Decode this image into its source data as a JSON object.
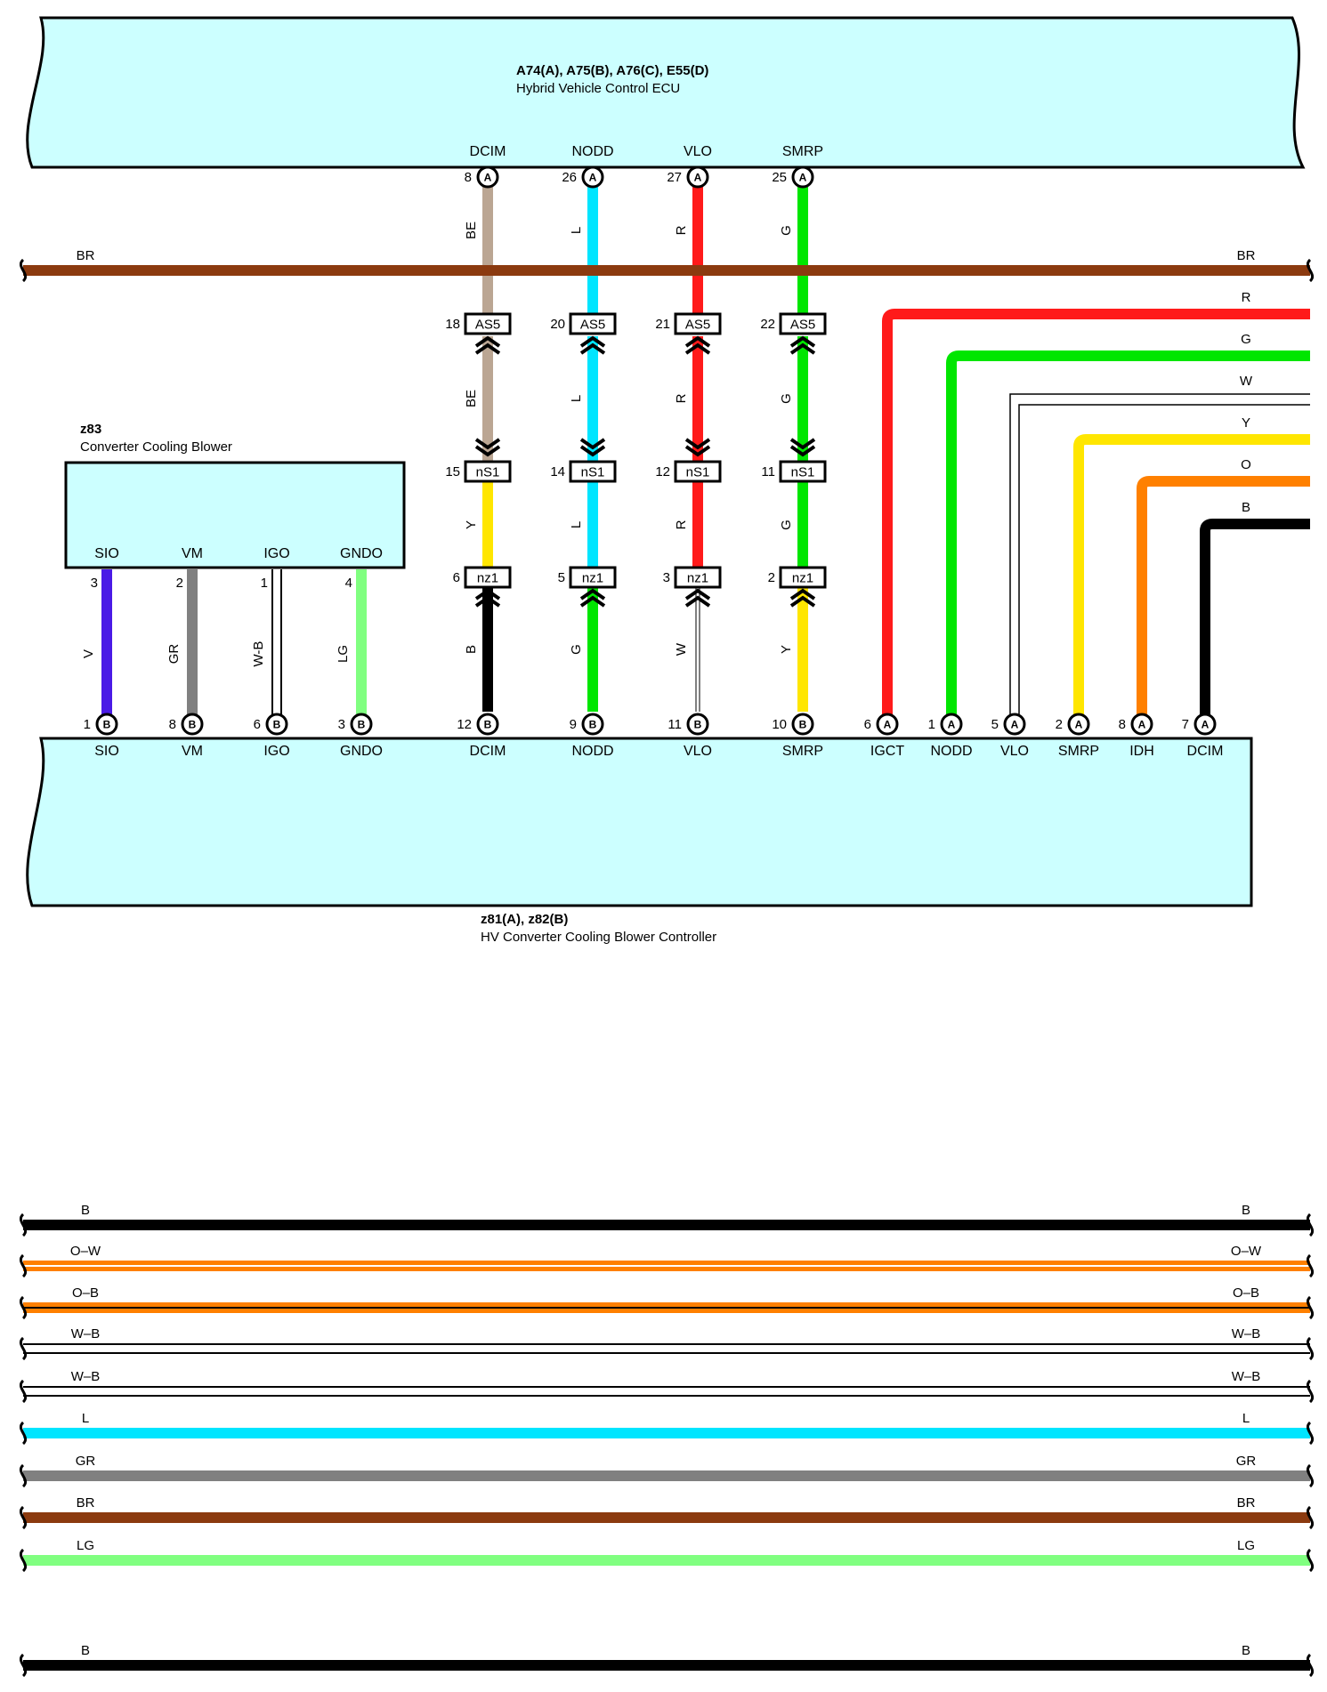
{
  "colors": {
    "BR": "#8B3A0F",
    "BE": "#BBA693",
    "L": "#00E5FF",
    "R": "#FF1A1A",
    "G": "#00E600",
    "Y": "#FFE600",
    "B": "#000000",
    "W": "#FFFFFF",
    "V": "#4A1AE6",
    "GR": "#808080",
    "W-B": "#FFFFFF",
    "LG": "#80FF80",
    "O": "#FF8000",
    "O-W": "#FF8000",
    "O-B": "#FF8000",
    "ecu_fill": "#CCFFFF"
  },
  "ecu_top": {
    "title": "A74(A), A75(B), A76(C), E55(D)",
    "subtitle": "Hybrid Vehicle Control ECU",
    "pins": [
      {
        "num": "8",
        "letter": "A",
        "signal": "DCIM"
      },
      {
        "num": "26",
        "letter": "A",
        "signal": "NODD"
      },
      {
        "num": "27",
        "letter": "A",
        "signal": "VLO"
      },
      {
        "num": "25",
        "letter": "A",
        "signal": "SMRP"
      }
    ]
  },
  "bus_br": {
    "left": "BR",
    "right": "BR"
  },
  "connectors": {
    "as5": {
      "name": "AS5",
      "pins": [
        "18",
        "20",
        "21",
        "22"
      ]
    },
    "ns1": {
      "name": "nS1",
      "pins": [
        "15",
        "14",
        "12",
        "11"
      ]
    },
    "nz1": {
      "name": "nz1",
      "pins": [
        "6",
        "5",
        "3",
        "2"
      ]
    }
  },
  "column_wires": [
    {
      "upper": "BE",
      "mid": "BE",
      "lower": "Y",
      "bottom": "B"
    },
    {
      "upper": "L",
      "mid": "L",
      "lower": "L",
      "bottom": "G"
    },
    {
      "upper": "R",
      "mid": "R",
      "lower": "R",
      "bottom": "W"
    },
    {
      "upper": "G",
      "mid": "G",
      "lower": "G",
      "bottom": "Y"
    }
  ],
  "right_wires": [
    "R",
    "G",
    "W",
    "Y",
    "O",
    "B"
  ],
  "blower": {
    "code": "z83",
    "name": "Converter Cooling Blower",
    "pins": [
      {
        "num": "3",
        "signal": "SIO",
        "wire": "V"
      },
      {
        "num": "2",
        "signal": "VM",
        "wire": "GR"
      },
      {
        "num": "1",
        "signal": "IGO",
        "wire": "W-B"
      },
      {
        "num": "4",
        "signal": "GNDO",
        "wire": "LG"
      }
    ]
  },
  "controller": {
    "code": "z81(A), z82(B)",
    "name": "HV Converter Cooling Blower Controller",
    "pins": [
      {
        "num": "1",
        "letter": "B",
        "signal": "SIO"
      },
      {
        "num": "8",
        "letter": "B",
        "signal": "VM"
      },
      {
        "num": "6",
        "letter": "B",
        "signal": "IGO"
      },
      {
        "num": "3",
        "letter": "B",
        "signal": "GNDO"
      },
      {
        "num": "12",
        "letter": "B",
        "signal": "DCIM"
      },
      {
        "num": "9",
        "letter": "B",
        "signal": "NODD"
      },
      {
        "num": "11",
        "letter": "B",
        "signal": "VLO"
      },
      {
        "num": "10",
        "letter": "B",
        "signal": "SMRP"
      },
      {
        "num": "6",
        "letter": "A",
        "signal": "IGCT"
      },
      {
        "num": "1",
        "letter": "A",
        "signal": "NODD"
      },
      {
        "num": "5",
        "letter": "A",
        "signal": "VLO"
      },
      {
        "num": "2",
        "letter": "A",
        "signal": "SMRP"
      },
      {
        "num": "8",
        "letter": "A",
        "signal": "IDH"
      },
      {
        "num": "7",
        "letter": "A",
        "signal": "DCIM"
      }
    ]
  },
  "lower_buses": [
    {
      "left": "B",
      "right": "B",
      "color": "B"
    },
    {
      "left": "O–W",
      "right": "O–W",
      "color": "O-W"
    },
    {
      "left": "O–B",
      "right": "O–B",
      "color": "O-B"
    },
    {
      "left": "W–B",
      "right": "W–B",
      "color": "W-B"
    },
    {
      "left": "W–B",
      "right": "W–B",
      "color": "W-B"
    },
    {
      "left": "L",
      "right": "L",
      "color": "L"
    },
    {
      "left": "GR",
      "right": "GR",
      "color": "GR"
    },
    {
      "left": "BR",
      "right": "BR",
      "color": "BR"
    },
    {
      "left": "LG",
      "right": "LG",
      "color": "LG"
    }
  ],
  "bottom_bus": {
    "left": "B",
    "right": "B"
  }
}
